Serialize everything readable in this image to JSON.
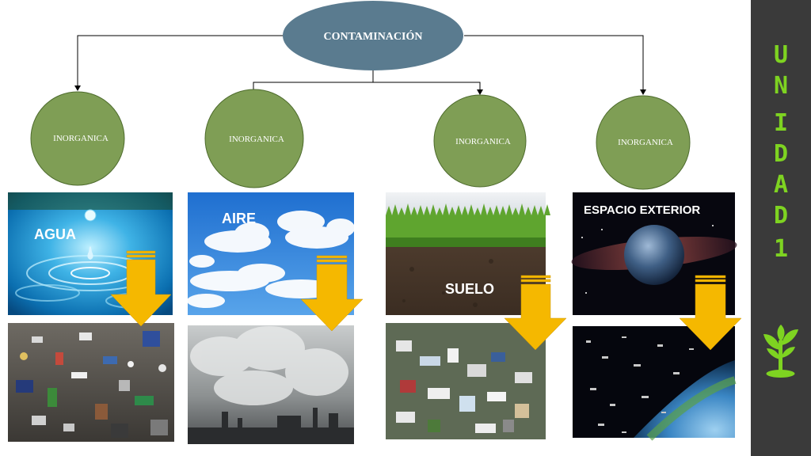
{
  "root": {
    "label": "CONTAMINACIÓN"
  },
  "nodes": [
    {
      "label": "INORGANICA"
    },
    {
      "label": "INORGANICA"
    },
    {
      "label": "INORGANICA"
    },
    {
      "label": "INORGANICA"
    }
  ],
  "photos": [
    {
      "label": "AGUA"
    },
    {
      "label": "AIRE"
    },
    {
      "label": "SUELO"
    },
    {
      "label": "ESPACIO EXTERIOR"
    }
  ],
  "side": {
    "letters": [
      "U",
      "N",
      "I",
      "D",
      "A",
      "D",
      "1"
    ],
    "icon": "sprout-icon"
  },
  "colors": {
    "root_fill": "#5a7b8f",
    "node_fill": "#7f9e55",
    "arrow_fill": "#f5b800",
    "panel": "#3a3a3a",
    "accent": "#7ed321"
  }
}
